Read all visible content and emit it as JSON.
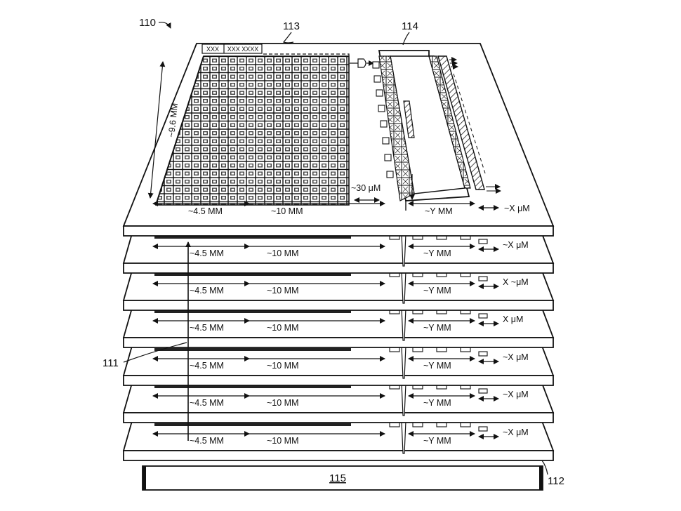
{
  "figure": {
    "refs": {
      "assembly": "110",
      "array_label": "113",
      "logic_label": "114",
      "via_label": "111",
      "stack_label": "112",
      "base_label": "115"
    },
    "header_box": {
      "left_text": "XXX",
      "right_text": "XXX XXXX"
    },
    "top_layer": {
      "height_dim": "~9.6 MM",
      "gap_dim": "~30 μM",
      "width_dim_1": "~4.5 MM",
      "width_dim_2": "~10 MM",
      "width_dim_3": "~Y MM",
      "width_dim_4": "~X μM"
    },
    "lower_layers": [
      {
        "d1": "~4.5 MM",
        "d2": "~10 MM",
        "d3": "~Y MM",
        "d4": "~X μM"
      },
      {
        "d1": "~4.5 MM",
        "d2": "~10 MM",
        "d3": "~Y MM",
        "d4": "X ~μM"
      },
      {
        "d1": "~4.5 MM",
        "d2": "~10 MM",
        "d3": "~Y MM",
        "d4": "X μM"
      },
      {
        "d1": "~4.5 MM",
        "d2": "~10 MM",
        "d3": "~Y MM",
        "d4": "~X μM"
      },
      {
        "d1": "~4.5 MM",
        "d2": "~10 MM",
        "d3": "~Y MM",
        "d4": "~X μM"
      },
      {
        "d1": "~4.5 MM",
        "d2": "~10 MM",
        "d3": "~Y MM",
        "d4": "~X μM"
      }
    ],
    "colors": {
      "line": "#111111",
      "background": "#ffffff"
    }
  }
}
